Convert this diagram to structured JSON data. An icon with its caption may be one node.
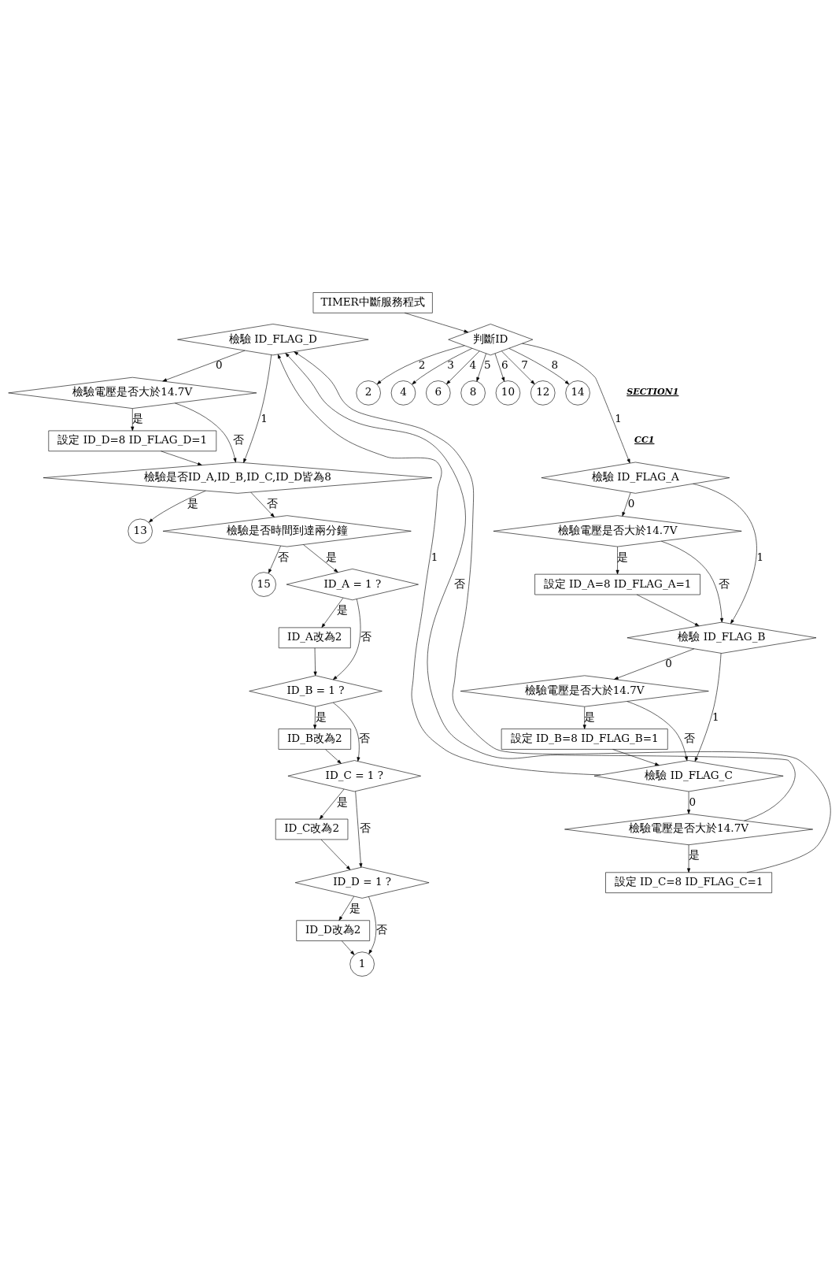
{
  "diagram": {
    "nodes": [
      {
        "text": [
          "TIMER中斷服務程式"
        ]
      },
      {
        "text": [
          "判斷ID"
        ]
      },
      {
        "text": [
          "2"
        ]
      },
      {
        "text": [
          "4"
        ]
      },
      {
        "text": [
          "6"
        ]
      },
      {
        "text": [
          "8"
        ]
      },
      {
        "text": [
          "10"
        ]
      },
      {
        "text": [
          "12"
        ]
      },
      {
        "text": [
          "14"
        ]
      },
      {
        "text": [
          "檢驗 ID_FLAG_A"
        ]
      },
      {
        "text": [
          "檢驗電壓是否大於14.7V"
        ]
      },
      {
        "text": [
          "設定 ID_A=8 ID_FLAG_A=1"
        ]
      },
      {
        "text": [
          "檢驗 ID_FLAG_B"
        ]
      },
      {
        "text": [
          "檢驗電壓是否大於14.7V"
        ]
      },
      {
        "text": [
          "設定 ID_B=8 ID_FLAG_B=1"
        ]
      },
      {
        "text": [
          "檢驗 ID_FLAG_C"
        ]
      },
      {
        "text": [
          "檢驗電壓是否大於14.7V"
        ]
      },
      {
        "text": [
          "設定 ID_C=8 ID_FLAG_C=1"
        ]
      },
      {
        "text": [
          "檢驗 ID_FLAG_D"
        ]
      },
      {
        "text": [
          "檢驗電壓是否大於14.7V"
        ]
      },
      {
        "text": [
          "設定 ID_D=8 ID_FLAG_D=1"
        ]
      },
      {
        "text": [
          "檢驗是否ID_A,ID_B,ID_C,ID_D皆為8"
        ]
      },
      {
        "text": [
          "13"
        ]
      },
      {
        "text": [
          "檢驗是否時間到達兩分鐘"
        ]
      },
      {
        "text": [
          "15"
        ]
      },
      {
        "text": [
          "ID_A = 1 ?"
        ]
      },
      {
        "text": [
          "ID_A改為2"
        ]
      },
      {
        "text": [
          "ID_B = 1 ?"
        ]
      },
      {
        "text": [
          "ID_B改為2"
        ]
      },
      {
        "text": [
          "ID_C = 1 ?"
        ]
      },
      {
        "text": [
          "ID_C改為2"
        ]
      },
      {
        "text": [
          "ID_D = 1 ?"
        ]
      },
      {
        "text": [
          "ID_D改為2"
        ]
      },
      {
        "text": [
          "1"
        ]
      }
    ],
    "edges": [
      {
        "from": 0,
        "to": 1,
        "arrow": "to"
      },
      {
        "from": 1,
        "to": 9,
        "arrow": "to",
        "label": "1"
      },
      {
        "from": 1,
        "to": 2,
        "arrow": "to",
        "label": "2"
      },
      {
        "from": 1,
        "to": 3,
        "arrow": "to",
        "label": "3"
      },
      {
        "from": 1,
        "to": 4,
        "arrow": "to",
        "label": "4"
      },
      {
        "from": 1,
        "to": 5,
        "arrow": "to",
        "label": "5"
      },
      {
        "from": 1,
        "to": 6,
        "arrow": "to",
        "label": "6"
      },
      {
        "from": 1,
        "to": 7,
        "arrow": "to",
        "label": "7"
      },
      {
        "from": 1,
        "to": 8,
        "arrow": "to",
        "label": "8"
      },
      {
        "from": 9,
        "to": 10,
        "arrow": "to",
        "label": "0"
      },
      {
        "from": 10,
        "to": 11,
        "arrow": "to",
        "label": "是"
      },
      {
        "from": 9,
        "to": 12,
        "arrow": "to",
        "label": "1"
      },
      {
        "from": 10,
        "to": 12,
        "arrow": "to",
        "label": "否"
      },
      {
        "from": 11,
        "to": 12,
        "arrow": "to"
      },
      {
        "from": 12,
        "to": 13,
        "arrow": "to",
        "label": "0"
      },
      {
        "from": 13,
        "to": 14,
        "arrow": "to",
        "label": "是"
      },
      {
        "from": 12,
        "to": 15,
        "arrow": "to",
        "label": "1"
      },
      {
        "from": 13,
        "to": 15,
        "arrow": "to",
        "label": "否"
      },
      {
        "from": 14,
        "to": 15,
        "arrow": "to"
      },
      {
        "from": 15,
        "to": 16,
        "arrow": "to",
        "label": "0"
      },
      {
        "from": 16,
        "to": 17,
        "arrow": "to",
        "label": "是"
      },
      {
        "from": 15,
        "to": 18,
        "arrow": "to",
        "label": "1"
      },
      {
        "from": 16,
        "to": 18,
        "arrow": "to",
        "label": "否"
      },
      {
        "from": 17,
        "to": 18,
        "arrow": "to"
      },
      {
        "from": 18,
        "to": 19,
        "arrow": "to",
        "label": "0"
      },
      {
        "from": 19,
        "to": 20,
        "arrow": "to",
        "label": "是"
      },
      {
        "from": 18,
        "to": 21,
        "arrow": "to",
        "label": "1"
      },
      {
        "from": 19,
        "to": 21,
        "arrow": "to",
        "label": "否"
      },
      {
        "from": 20,
        "to": 21,
        "arrow": "to"
      },
      {
        "from": 21,
        "to": 22,
        "arrow": "to",
        "label": "是"
      },
      {
        "from": 21,
        "to": 23,
        "arrow": "to",
        "label": "否"
      },
      {
        "from": 23,
        "to": 24,
        "arrow": "to",
        "label": "否"
      },
      {
        "from": 23,
        "to": 25,
        "arrow": "to",
        "label": "是"
      },
      {
        "from": 25,
        "to": 26,
        "arrow": "to",
        "label": "是"
      },
      {
        "from": 25,
        "to": 27,
        "arrow": "to",
        "label": "否"
      },
      {
        "from": 26,
        "to": 27,
        "arrow": "to"
      },
      {
        "from": 27,
        "to": 28,
        "arrow": "to",
        "label": "是"
      },
      {
        "from": 27,
        "to": 29,
        "arrow": "to",
        "label": "否"
      },
      {
        "from": 28,
        "to": 29,
        "arrow": "to"
      },
      {
        "from": 29,
        "to": 30,
        "arrow": "to",
        "label": "是"
      },
      {
        "from": 29,
        "to": 31,
        "arrow": "to",
        "label": "否"
      },
      {
        "from": 30,
        "to": 31,
        "arrow": "to"
      },
      {
        "from": 31,
        "to": 32,
        "arrow": "to",
        "label": "是"
      },
      {
        "from": 31,
        "to": 33,
        "arrow": "to",
        "label": "否"
      },
      {
        "from": 32,
        "to": 33,
        "arrow": "to"
      }
    ],
    "labels": [
      "SECTION1",
      "CC1"
    ]
  }
}
